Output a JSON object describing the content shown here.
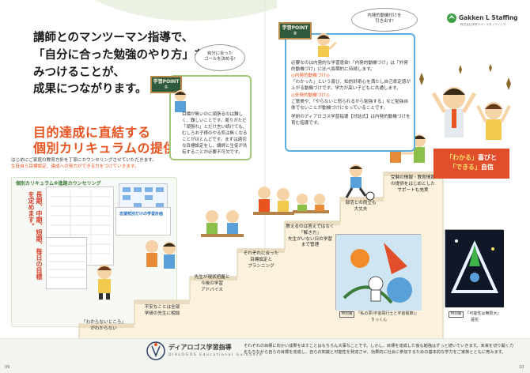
{
  "brand": {
    "logo": "Gakken L Staffing",
    "logo_sub": "株式会社学研エル・スタッフィング",
    "footer_name": "ディアロゴス学習指導",
    "footer_name_en": "DIALOGOS Educational Guidance"
  },
  "headline": [
    "講師とのマンツーマン指導で、",
    "「自分に合った勉強のやり方」を",
    "みつけることが、",
    "成果につながります。"
  ],
  "section": {
    "title": [
      "目的達成に直結する",
      "個別カリキュラムの提供"
    ],
    "body": "はじめにご家庭の教育方針を丁寧にカウンセリングさせていただきます。",
    "body_red": "生徒自ら目標設定、達成への努力ができる力をつけていきます。",
    "counsel_label": "個別カリキュラム※進路カウンセリング",
    "counsel_vertical": "長期、中期、短期、毎日の目標を定めます。",
    "sheet_label": "志望校別だけの学習計画"
  },
  "point1": {
    "board": "学習POINT",
    "number": "①",
    "bubble": "自分に合った\nゴールを決める!",
    "text": "目標が無いのに頑張るのは難しく、難しいことです。周りがただ「頑張れ」とだけ言い続けても、むしろお子様のやる気は無くなることがほとんどです。まずは適切な目標設定をし、講師と生徒が共有することが必要不可欠です。"
  },
  "point2": {
    "board": "学習POINT",
    "number": "②",
    "bubble": "内発的動機付けを\n引き出す!",
    "text1": "必要なのは内発的な学習意欲!「内発的動機づけ」は「外発的動機づけ」に比べ長期的に持続します。",
    "red1": "◎内発的動機づけ◎",
    "text2": "「わかった」という喜び、知的好奇心を満たし自己肯定感が上がる動機づけです。学力が高い子どもに共通します。",
    "red2": "◎外発的動機づけ◎",
    "text3": "ご褒美や、「やらないと怒られるから勉強する」など勉強自体でないことが動機づけになっていることです。",
    "text4": "学研のディアロゴス学習指導【対話式】は内発的動機づけを育む指導です。"
  },
  "steps": [
    "「わからないところ」\nがわからない",
    "不安なことは全部\n学研の先生に相談",
    "先生が現状把握と\n今後の学習\nアドバイス",
    "それぞれに合った\n目標設定と\nプランニング",
    "教えるのは答えではなく\n「解き方」\n先生がいない日の学習\nまで管理",
    "部活との両立も\n大丈夫",
    "受験の情報・教育情報\nの提供をはじめとした\nサポートも充実"
  ],
  "goal": {
    "line1_hl": "「わかる」",
    "line1": "喜びと",
    "line2_hl": "「できる」",
    "line2": "自信"
  },
  "artworks": [
    {
      "tag": "特別賞",
      "title": "「私の夢(宇宙飛行士と宇宙電車)」",
      "author": "りっくん"
    },
    {
      "tag": "特別賞",
      "title": "「可能性は無限大」",
      "author": "蓮花"
    }
  ],
  "footer_text": "それぞれの目標に向かい成果を出すことはもちろん大事なことです。しかし、目標を達成した後も勉強はずっと続いていきます。未来を切り開く力をもちながら自らの目標を達成し、自らの知識と可能性を発達させ、効果的に社会に参加するための基本的な学力をご家族とともに育みます。",
  "page_numbers": {
    "left": "09",
    "right": "10"
  },
  "colors": {
    "accent": "#e8531f",
    "green": "#3c7b3a",
    "point_blue": "#5aaee0",
    "point_green": "#a2c87a",
    "goal_red": "#e04e2b"
  }
}
